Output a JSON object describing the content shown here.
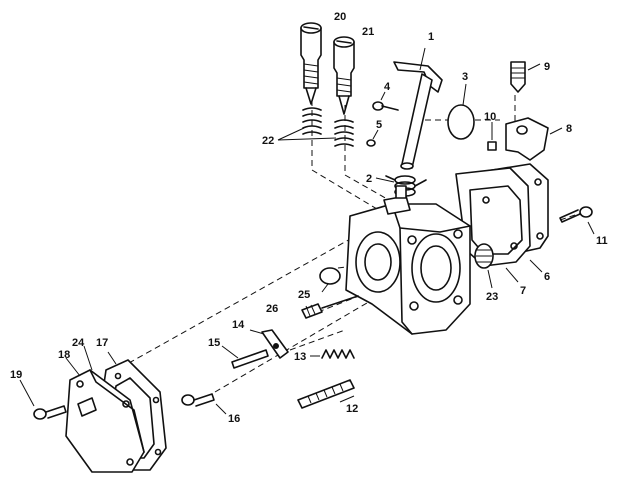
{
  "diagram": {
    "part_labels": [
      {
        "id": "1",
        "text": "1"
      },
      {
        "id": "2",
        "text": "2"
      },
      {
        "id": "3",
        "text": "3"
      },
      {
        "id": "4",
        "text": "4"
      },
      {
        "id": "5",
        "text": "5"
      },
      {
        "id": "6",
        "text": "6"
      },
      {
        "id": "7",
        "text": "7"
      },
      {
        "id": "8",
        "text": "8"
      },
      {
        "id": "9",
        "text": "9"
      },
      {
        "id": "10",
        "text": "10"
      },
      {
        "id": "11",
        "text": "11"
      },
      {
        "id": "12",
        "text": "12"
      },
      {
        "id": "13",
        "text": "13"
      },
      {
        "id": "14",
        "text": "14"
      },
      {
        "id": "15",
        "text": "15"
      },
      {
        "id": "16",
        "text": "16"
      },
      {
        "id": "17",
        "text": "17"
      },
      {
        "id": "18",
        "text": "18"
      },
      {
        "id": "19",
        "text": "19"
      },
      {
        "id": "20",
        "text": "20"
      },
      {
        "id": "21",
        "text": "21"
      },
      {
        "id": "22",
        "text": "22"
      },
      {
        "id": "23",
        "text": "23"
      },
      {
        "id": "24",
        "text": "24"
      },
      {
        "id": "25",
        "text": "25"
      },
      {
        "id": "26",
        "text": "26"
      }
    ],
    "colors": {
      "ink": "#111111",
      "paper": "#ffffff"
    }
  }
}
